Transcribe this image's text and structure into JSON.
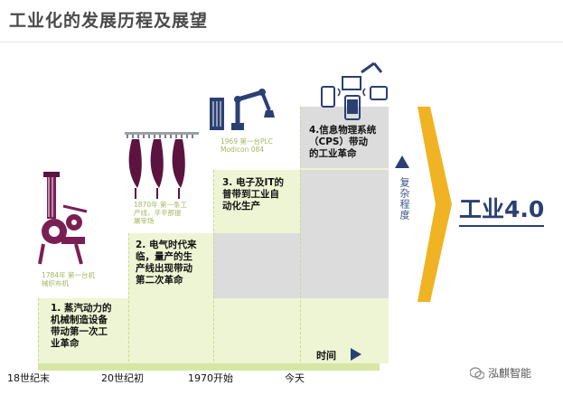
{
  "title": "工业化的发展历程及展望",
  "stages": [
    {
      "text": "1. 蒸汽动力的\n机械制造设备\n带动第一次工\n业革命",
      "caption": "1784年 第一台机\n械织布机"
    },
    {
      "text": "2. 电气时代来\n临，量产的生\n产线出现带动\n第二次革命",
      "caption": "1870年 第一条工\n产线，辛辛那提\n屠宰场"
    },
    {
      "text": "3. 电子及IT的\n普带到工业自\n动化生产",
      "caption": "1969 第一台PLC\nModicon 084"
    },
    {
      "text": "4.信息物理系统\n（CPS）带动\n的工业革命",
      "caption": ""
    }
  ],
  "eras": [
    "18世纪末",
    "20世纪初",
    "1970开始",
    "今天"
  ],
  "time_label": "时间",
  "complexity_label": "复杂程度",
  "result_label": "工业4.0",
  "watermark": "泓麒智能",
  "colors": {
    "stair": "#eef5d4",
    "highlight": "#dcdcdc",
    "arrow": "#f0b323",
    "navy": "#2b3f72"
  }
}
